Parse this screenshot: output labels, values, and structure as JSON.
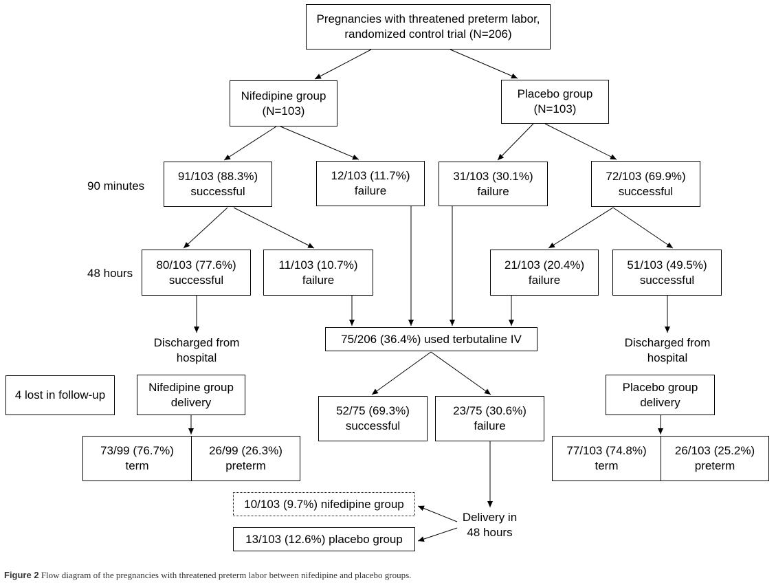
{
  "top": {
    "line1": "Pregnancies with threatened preterm labor,",
    "line2": "randomized control trial (N=206)"
  },
  "nifedipine_group": {
    "line1": "Nifedipine group",
    "line2": "(N=103)"
  },
  "placebo_group": {
    "line1": "Placebo group",
    "line2": "(N=103)"
  },
  "time_labels": {
    "min90": "90 minutes",
    "hours48": "48 hours"
  },
  "nif_90_success": {
    "line1": "91/103 (88.3%)",
    "line2": "successful"
  },
  "nif_90_failure": {
    "line1": "12/103 (11.7%)",
    "line2": "failure"
  },
  "pla_90_failure": {
    "line1": "31/103 (30.1%)",
    "line2": "failure"
  },
  "pla_90_success": {
    "line1": "72/103 (69.9%)",
    "line2": "successful"
  },
  "nif_48_success": {
    "line1": "80/103 (77.6%)",
    "line2": "successful"
  },
  "nif_48_failure": {
    "line1": "11/103 (10.7%)",
    "line2": "failure"
  },
  "pla_48_failure": {
    "line1": "21/103 (20.4%)",
    "line2": "failure"
  },
  "pla_48_success": {
    "line1": "51/103 (49.5%)",
    "line2": "successful"
  },
  "discharged_left": {
    "line1": "Discharged from",
    "line2": "hospital"
  },
  "discharged_right": {
    "line1": "Discharged from",
    "line2": "hospital"
  },
  "terbutaline": {
    "text": "75/206 (36.4%) used terbutaline IV"
  },
  "lost_followup": {
    "text": "4 lost in follow-up"
  },
  "nif_delivery": {
    "line1": "Nifedipine group",
    "line2": "delivery"
  },
  "pla_delivery": {
    "line1": "Placebo group",
    "line2": "delivery"
  },
  "terb_success": {
    "line1": "52/75 (69.3%)",
    "line2": "successful"
  },
  "terb_failure": {
    "line1": "23/75 (30.6%)",
    "line2": "failure"
  },
  "nif_term": {
    "line1": "73/99 (76.7%)",
    "line2": "term"
  },
  "nif_preterm": {
    "line1": "26/99 (26.3%)",
    "line2": "preterm"
  },
  "pla_term": {
    "line1": "77/103 (74.8%)",
    "line2": "term"
  },
  "pla_preterm": {
    "line1": "26/103 (25.2%)",
    "line2": "preterm"
  },
  "delivery48": {
    "line1": "Delivery in",
    "line2": "48 hours"
  },
  "nif_group_48": {
    "text": "10/103 (9.7%) nifedipine group"
  },
  "pla_group_48": {
    "text": "13/103 (12.6%) placebo group"
  },
  "caption": {
    "label": "Figure 2",
    "text": "Flow diagram of the pregnancies with threatened preterm labor between nifedipine and placebo groups."
  }
}
